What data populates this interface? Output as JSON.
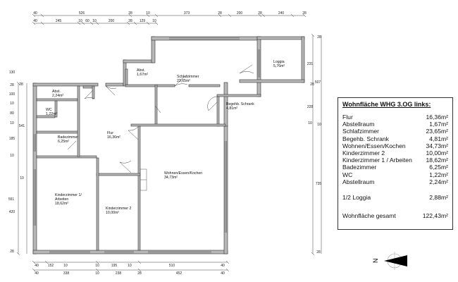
{
  "dims": {
    "top1": [
      "40",
      "526",
      "28",
      "10",
      "373",
      "28",
      "200",
      "28",
      "240",
      "28"
    ],
    "top2": [
      "40",
      "245",
      "10",
      "60",
      "10",
      "200",
      "28",
      "129",
      "10"
    ],
    "left1": [
      "28",
      "130",
      "28",
      "100",
      "10",
      "80",
      "10",
      "185",
      "10",
      "420",
      "28"
    ],
    "left2": [
      "541",
      "551"
    ],
    "right1": [
      "28",
      "231",
      "28",
      "228",
      "10",
      "735",
      "28"
    ],
    "right2": [
      "507"
    ],
    "bottom1": [
      "40",
      "152",
      "10",
      "10",
      "195",
      "10",
      "510",
      "40"
    ],
    "bottom2": [
      "40",
      "338",
      "10",
      "238",
      "28",
      "452",
      "40"
    ]
  },
  "rooms": {
    "abst1": [
      "Abst.",
      "2,24m²"
    ],
    "wc": [
      "WC",
      "1,22m²"
    ],
    "bad": [
      "Badezimmer",
      "6,25m²"
    ],
    "flur": [
      "Flur",
      "16,36m²"
    ],
    "abst2": [
      "Abst.",
      "1,67m²"
    ],
    "schlaf": [
      "Schlafzimmer",
      "23,65m²"
    ],
    "loggia": [
      "Loggia",
      "5,76m²"
    ],
    "schrank": [
      "Begehb. Schrank",
      "4,81m²"
    ],
    "wohnen": [
      "Wohnen/Essen/Kochen",
      "34,73m²"
    ],
    "kind1": [
      "Kinderzimmer 1/",
      "Arbeiten",
      "18,62m²"
    ],
    "kind2": [
      "Kinderzimmer 2",
      "10,00m²"
    ]
  },
  "table": {
    "title": "Wohnfläche WHG 3.OG links:",
    "rows": [
      {
        "label": "Flur",
        "value": "16,36m²"
      },
      {
        "label": "Abstellraum",
        "value": "1,67m²"
      },
      {
        "label": "Schlafzimmer",
        "value": "23,65m²"
      },
      {
        "label": "Begehb. Schrank",
        "value": "4,81m²"
      },
      {
        "label": "Wohnen/Essen/Kochen",
        "value": "34,73m²"
      },
      {
        "label": "Kinderzimmer 2",
        "value": "10,00m²"
      },
      {
        "label": "Kinderzimmer 1 / Arbeiten",
        "value": "18,62m²"
      },
      {
        "label": "Badezimmer",
        "value": "6,25m²"
      },
      {
        "label": "WC",
        "value": "1,22m²"
      },
      {
        "label": "Abstellraum",
        "value": "2,24m²"
      }
    ],
    "loggia": {
      "label": "1/2 Loggia",
      "value": "2,88m²"
    },
    "total": {
      "label": "Wohnfläche gesamt",
      "value": "122,43m²"
    }
  },
  "north": "N"
}
